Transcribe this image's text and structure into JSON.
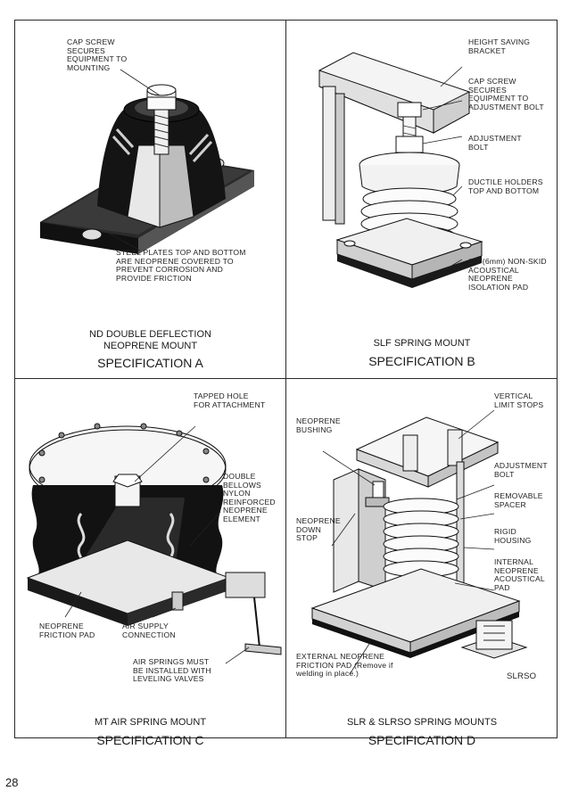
{
  "page_number": "28",
  "panels": {
    "a": {
      "title": "ND DOUBLE DEFLECTION\nNEOPRENE MOUNT",
      "spec": "SPECIFICATION A",
      "labels": {
        "cap_screw": "CAP SCREW\nSECURES\nEQUIPMENT TO\nMOUNTING",
        "steel_plates": "STEEL PLATES TOP AND BOTTOM\nARE NEOPRENE COVERED TO\nPREVENT CORROSION AND\nPROVIDE FRICTION"
      }
    },
    "b": {
      "title": "SLF SPRING MOUNT",
      "spec": "SPECIFICATION B",
      "labels": {
        "bracket": "HEIGHT SAVING\nBRACKET",
        "cap_screw": "CAP SCREW\nSECURES\nEQUIPMENT TO\nADJUSTMENT BOLT",
        "adjustment_bolt": "ADJUSTMENT\nBOLT",
        "ductile_holders": "DUCTILE HOLDERS\nTOP AND BOTTOM",
        "pad": "1/4\"(6mm) NON-SKID\nACOUSTICAL\nNEOPRENE\nISOLATION PAD"
      }
    },
    "c": {
      "title": "MT AIR SPRING MOUNT",
      "spec": "SPECIFICATION C",
      "labels": {
        "tapped_hole": "TAPPED HOLE\nFOR ATTACHMENT",
        "bellows": "DOUBLE\nBELLOWS\nNYLON\nREINFORCED\nNEOPRENE\nELEMENT",
        "friction_pad": "NEOPRENE\nFRICTION PAD",
        "air_supply": "AIR SUPPLY\nCONNECTION",
        "leveling": "AIR SPRINGS MUST\nBE INSTALLED WITH\nLEVELING VALVES"
      }
    },
    "d": {
      "title": "SLR & SLRSO SPRING MOUNTS",
      "spec": "SPECIFICATION D",
      "labels": {
        "vertical_stops": "VERTICAL\nLIMIT STOPS",
        "bushing": "NEOPRENE\nBUSHING",
        "adjustment_bolt": "ADJUSTMENT\nBOLT",
        "spacer": "REMOVABLE\nSPACER",
        "down_stop": "NEOPRENE\nDOWN\nSTOP",
        "housing": "RIGID\nHOUSING",
        "internal_pad": "INTERNAL\nNEOPRENE\nACOUSTICAL\nPAD",
        "external_pad": "EXTERNAL NEOPRENE\nFRICTION PAD (Remove if\nwelding in place.)",
        "slrso": "SLRSO"
      }
    }
  }
}
